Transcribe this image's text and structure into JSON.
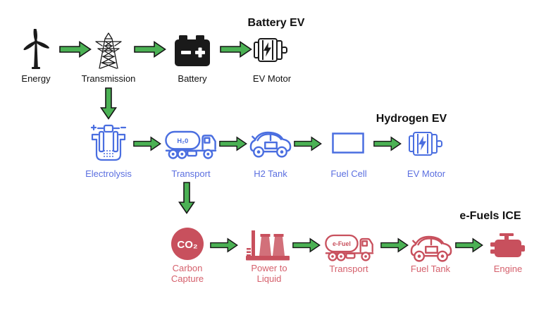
{
  "diagram": {
    "rows": [
      {
        "title": "Battery EV",
        "nodes": [
          {
            "label": "Energy",
            "icon": "wind-turbine"
          },
          {
            "label": "Transmission",
            "icon": "transmission-tower"
          },
          {
            "label": "Battery",
            "icon": "battery"
          },
          {
            "label": "EV Motor",
            "icon": "electric-motor"
          }
        ]
      },
      {
        "title": "Hydrogen EV",
        "nodes": [
          {
            "label": "Electrolysis",
            "icon": "electrolysis-cell"
          },
          {
            "label": "Transport",
            "icon": "tanker-truck",
            "icon_text": "H₂0"
          },
          {
            "label": "H2 Tank",
            "icon": "car"
          },
          {
            "label": "Fuel Cell",
            "icon": "fuel-cell"
          },
          {
            "label": "EV Motor",
            "icon": "electric-motor"
          }
        ]
      },
      {
        "title": "e-Fuels ICE",
        "nodes": [
          {
            "label": "Carbon Capture",
            "icon": "co2-circle",
            "icon_text": "CO₂"
          },
          {
            "label": "Power to Liquid",
            "icon": "power-plant"
          },
          {
            "label": "Transport",
            "icon": "tanker-truck",
            "icon_text": "e-Fuel"
          },
          {
            "label": "Fuel Tank",
            "icon": "car"
          },
          {
            "label": "Engine",
            "icon": "combustion-engine"
          }
        ]
      }
    ],
    "colors": {
      "arrow_green": "#4bb154",
      "battery_row_black": "#1a1a1a",
      "hydrogen_row_blue": "#4a6ee0",
      "hydrogen_label_blue": "#5b6fe0",
      "efuels_row_red": "#c8505d",
      "efuels_label_red": "#d5606c",
      "title_black": "#111111",
      "background": "#ffffff"
    }
  }
}
